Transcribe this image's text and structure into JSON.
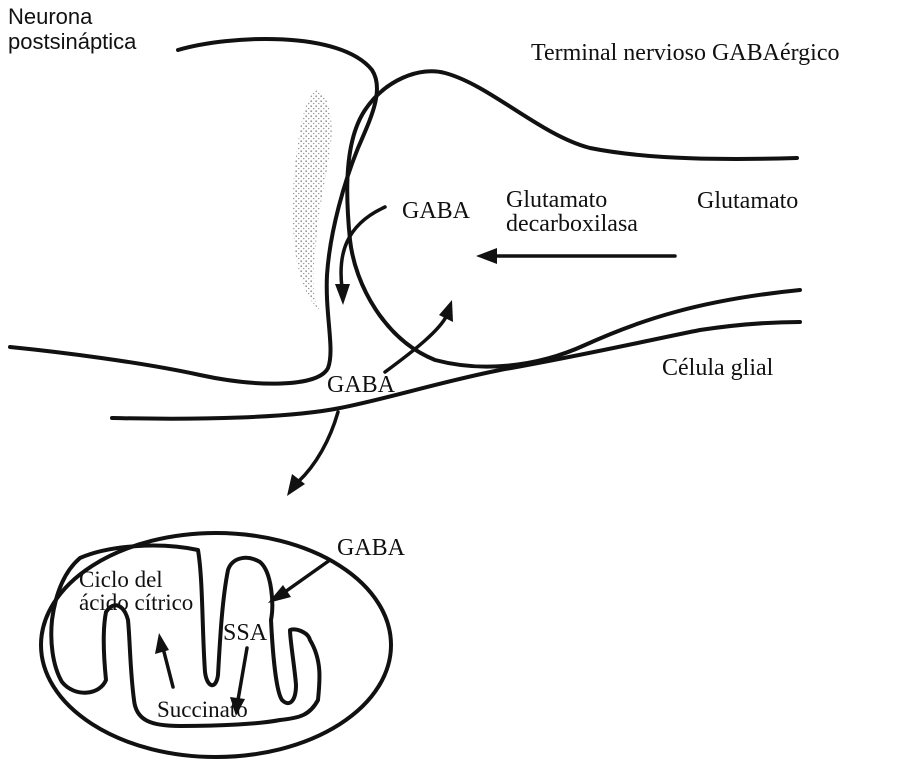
{
  "labels": {
    "postsynaptic_line1": "Neurona",
    "postsynaptic_line2": "postsináptica",
    "terminal": "Terminal nervioso GABAérgico",
    "gaba_top": "GABA",
    "enzyme_line1": "Glutamato",
    "enzyme_line2": "decarboxilasa",
    "glutamate": "Glutamato",
    "gaba_cleft": "GABA",
    "glial_cell": "Célula glial",
    "gaba_mito": "GABA",
    "citric_line1": "Ciclo del",
    "citric_line2": "ácido cítrico",
    "ssa": "SSA",
    "succinate": "Succinato"
  },
  "colors": {
    "ink": "#111111",
    "shading": "#9a9a9a",
    "background": "#ffffff"
  }
}
